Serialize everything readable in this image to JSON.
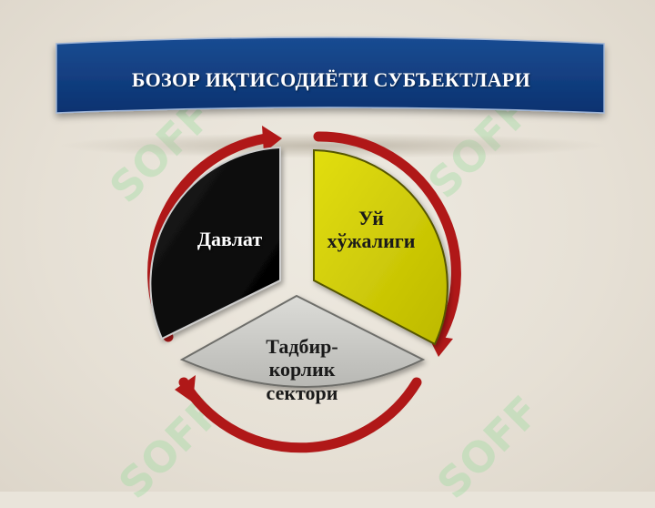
{
  "slide": {
    "title": "БОЗОР ИҚТИСОДИЁТИ СУБЪЕКТЛАРИ"
  },
  "diagram": {
    "segments": [
      {
        "id": "state",
        "lines": [
          "Давлат"
        ],
        "fill": "#000000",
        "text_color": "#ffffff"
      },
      {
        "id": "household",
        "lines": [
          "Уй",
          "хўжалиги"
        ],
        "fill": "#d4d000",
        "text_color": "#1a1a1a"
      },
      {
        "id": "business",
        "lines": [
          "Тадбир-",
          "корлик",
          "сектори"
        ],
        "fill": "#cfcfcb",
        "text_color": "#1a1a1a"
      }
    ],
    "arrow_color": "#b01818",
    "banner_color": "#0d3a7a"
  },
  "watermark": {
    "text": "SOFF",
    "color": "#90dc96"
  }
}
